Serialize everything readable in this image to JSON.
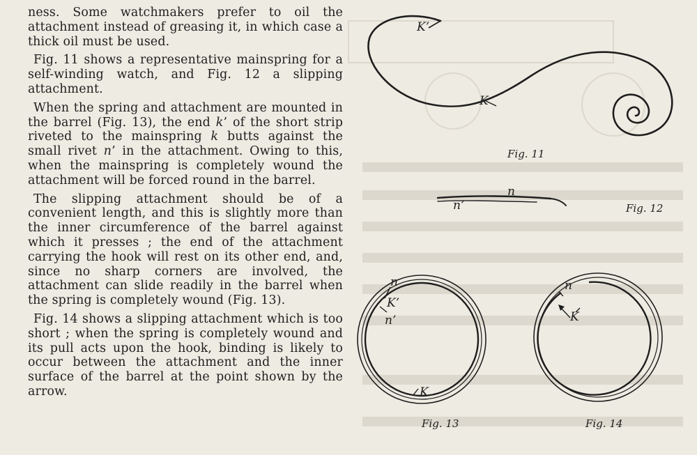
{
  "body": {
    "p1": "ness. Some watchmakers prefer to oil the attachment instead of greasing it, in which case a thick oil must be used.",
    "p2": "Fig. 11 shows a representative mainspring for a self-winding watch, and Fig. 12 a slipping attachment.",
    "p3a": "When the spring and attachment are mounted in the barrel (Fig. 13), the end ",
    "p3k1": "k",
    "p3b": "’ of the short strip riveted to the mainspring ",
    "p3k2": "k",
    "p3c": " butts against the small rivet ",
    "p3n": "n",
    "p3d": "’ in the attachment. Owing to this, when the mainspring is completely wound the attachment will be forced round in the barrel.",
    "p4": "The slipping attachment should be of a convenient length, and this is slightly more than the inner circumference of the barrel against which it presses ; the end of the attachment carrying the hook will rest on its other end, and, since no sharp corners are involved, the attachment can slide readily in the barrel when the spring is completely wound (Fig. 13).",
    "p5": "Fig. 14 shows a slipping attachment which is too short ; when the spring is completely wound and its pull acts upon the hook, binding is likely to occur between the attachment and the inner surface of the barrel at the point shown by the arrow."
  },
  "figures": {
    "fig11": {
      "caption": "Fig. 11",
      "labels": [
        "K’",
        "K"
      ]
    },
    "fig12": {
      "caption": "Fig. 12",
      "labels": [
        "n",
        "n’"
      ]
    },
    "fig13": {
      "caption": "Fig. 13",
      "labels": [
        "n",
        "K’",
        "n’",
        "K"
      ]
    },
    "fig14": {
      "caption": "Fig. 14",
      "labels": [
        "n",
        "K"
      ]
    }
  },
  "colors": {
    "paper": "#eeebe2",
    "ink": "#1e1e1e",
    "bleed": "#cfcbc0"
  }
}
